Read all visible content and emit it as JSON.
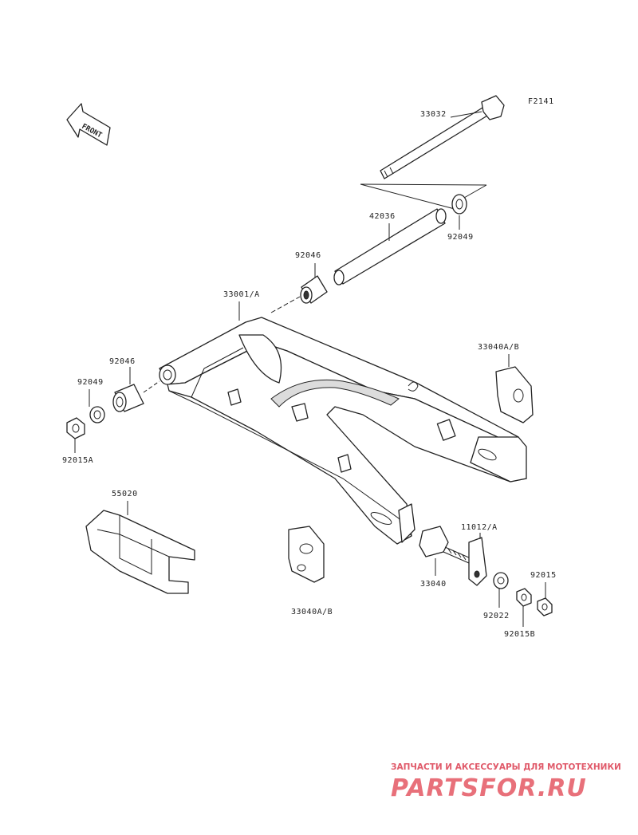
{
  "diagram": {
    "figure_code": "F2141",
    "front_arrow": "FRONT",
    "part_labels": {
      "p33032": "33032",
      "p42036": "42036",
      "p92049_top": "92049",
      "p92046_top": "92046",
      "p33001": "33001/A",
      "p33040ab_right": "33040A/B",
      "p92046_left": "92046",
      "p92049_left": "92049",
      "p92015a": "92015A",
      "p55020": "55020",
      "p33040ab_bottom": "33040A/B",
      "p33040": "33040",
      "p11012": "11012/A",
      "p92015": "92015",
      "p92022": "92022",
      "p92015b": "92015B"
    }
  },
  "watermark": {
    "subtitle": "ЗАПЧАСТИ И АКСЕССУАРЫ ДЛЯ МОТОТЕХНИКИ",
    "brand": "PARTSFOR.RU"
  },
  "colors": {
    "line": "#222222",
    "watermark": "#e8707a"
  }
}
